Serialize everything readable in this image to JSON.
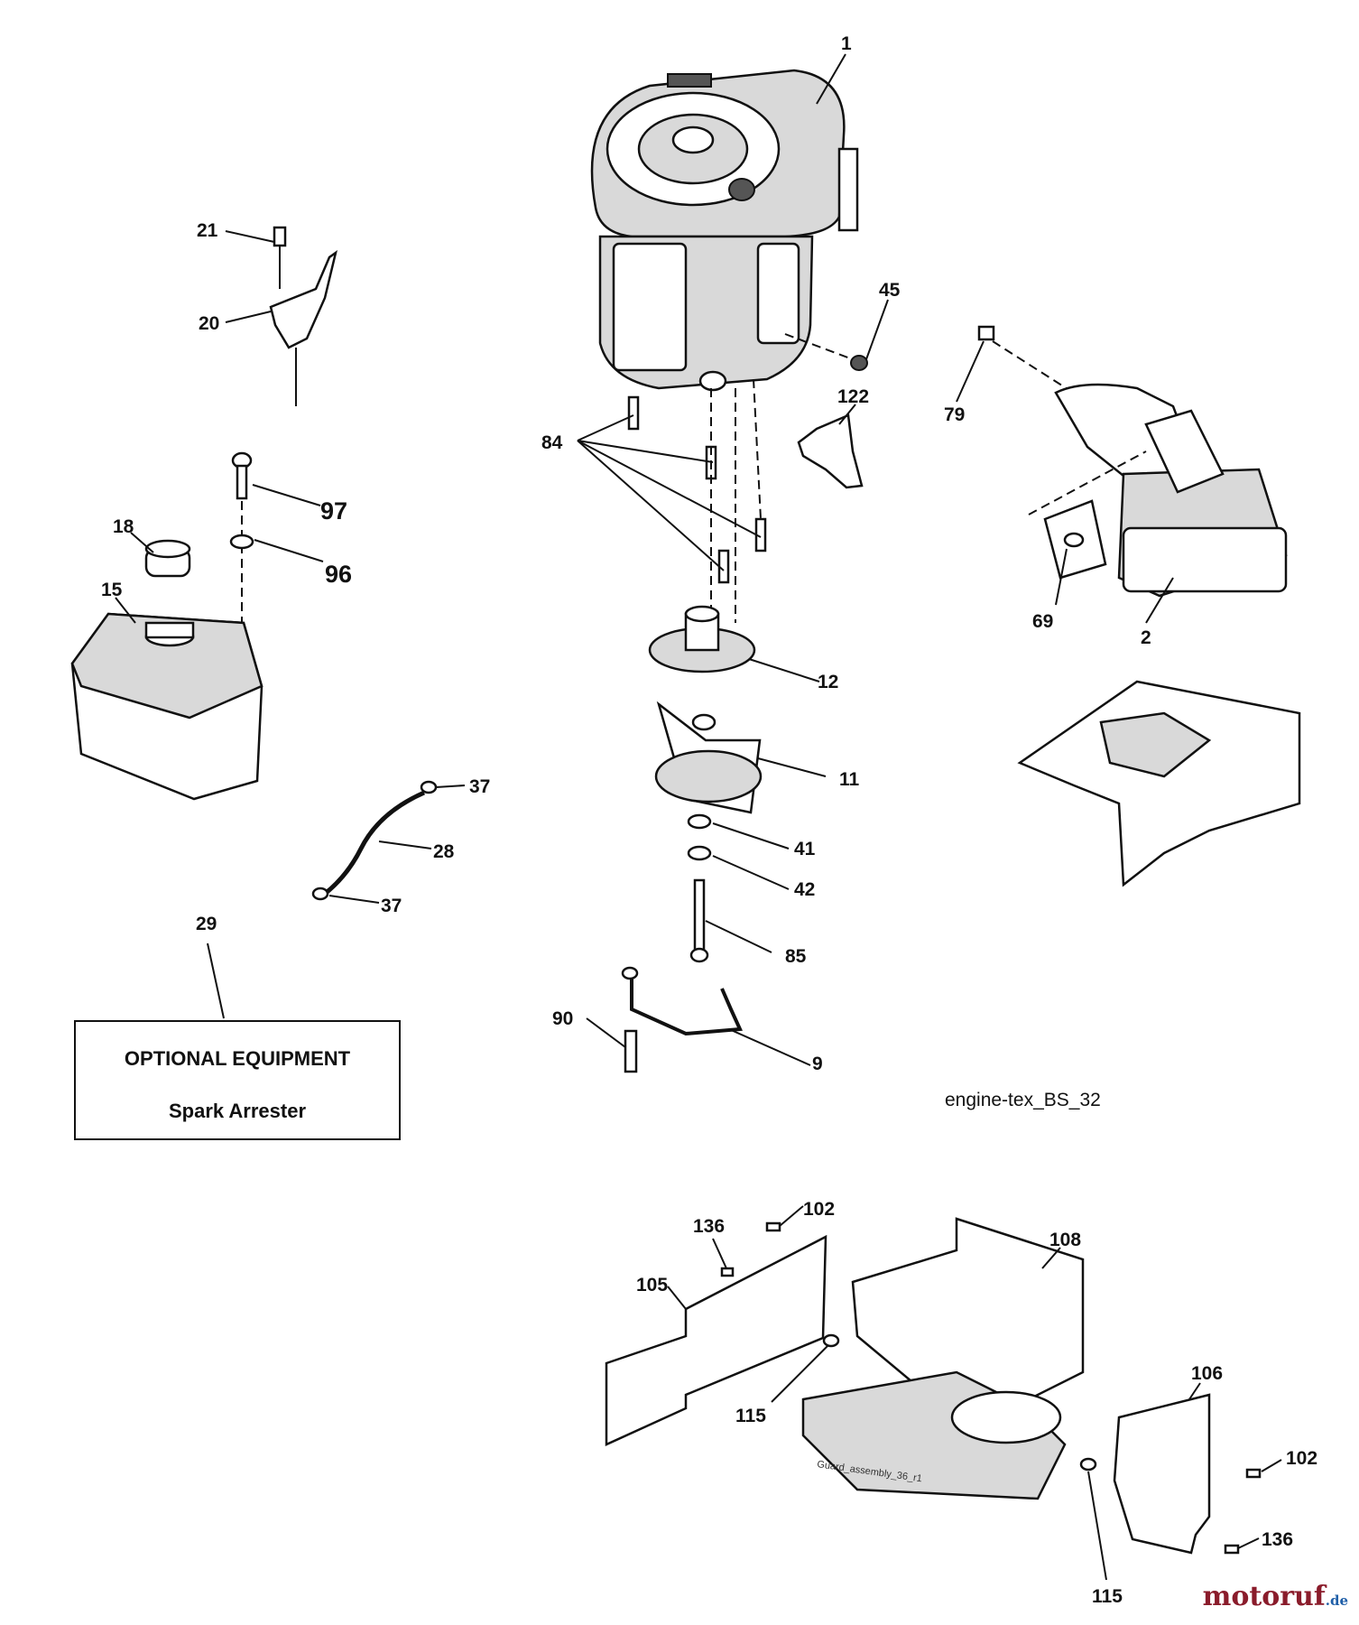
{
  "optional_equipment": {
    "title": "OPTIONAL EQUIPMENT",
    "item": "Spark Arrester"
  },
  "diagram_id": "engine-tex_BS_32",
  "watermark": {
    "name": "motoruf",
    "tld": ".de"
  },
  "guard_label": "Guard_assembly_36_r1",
  "callouts": {
    "c1": "1",
    "c2": "2",
    "c9": "9",
    "c11": "11",
    "c12": "12",
    "c15": "15",
    "c18": "18",
    "c20": "20",
    "c21": "21",
    "c28": "28",
    "c29": "29",
    "c37a": "37",
    "c37b": "37",
    "c41": "41",
    "c42": "42",
    "c45": "45",
    "c69": "69",
    "c79": "79",
    "c84": "84",
    "c85": "85",
    "c90": "90",
    "c96": "96",
    "c97": "97",
    "c102a": "102",
    "c102b": "102",
    "c105": "105",
    "c106": "106",
    "c108": "108",
    "c115a": "115",
    "c115b": "115",
    "c122": "122",
    "c136a": "136",
    "c136b": "136"
  },
  "icons": [
    "engine-icon",
    "fuel-tank-icon",
    "muffler-icon",
    "mounting-plate-icon",
    "guard-assembly-icon"
  ]
}
